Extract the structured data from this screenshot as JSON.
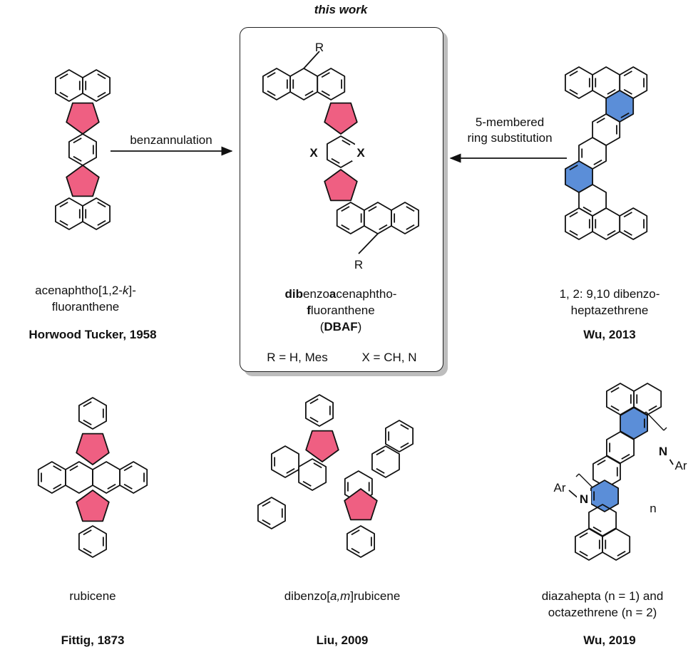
{
  "header": {
    "label": "this work"
  },
  "colors": {
    "pentagon_fill": "#ef5f82",
    "hexagon_fill": "#5b8ed8",
    "bond": "#111111"
  },
  "compounds": {
    "top_left": {
      "name_line1_pre": "acenaphtho[1,2-",
      "name_line1_italic": "k",
      "name_line1_post": "]-",
      "name_line2": "fluoranthene",
      "credit": "Horwood Tucker, 1958"
    },
    "center": {
      "substituent_top": "R",
      "substituent_bottom": "R",
      "heteroatom_left": "X",
      "heteroatom_right": "X",
      "name_parts": [
        {
          "t": "di",
          "bold": true
        },
        {
          "t": "b",
          "bold": false
        },
        {
          "t": "enzo",
          "bold": false
        },
        {
          "t": "a",
          "bold": true
        },
        {
          "t": "cenaphtho-",
          "bold": false
        }
      ],
      "name_line2_bold": "f",
      "name_line2_rest": "luoranthene",
      "abbrev_open": "(",
      "abbrev": "DBAF",
      "abbrev_close": ")",
      "conditions_r": "R = H, Mes",
      "conditions_x": "X = CH, N"
    },
    "top_right": {
      "name_line1": "1, 2: 9,10 dibenzo-",
      "name_line2": "heptazethrene",
      "credit": "Wu, 2013"
    },
    "bottom_left": {
      "name": "rubicene",
      "credit": "Fittig, 1873"
    },
    "bottom_center": {
      "name_pre": "dibenzo[",
      "name_italic": "a,m",
      "name_post": "]rubicene",
      "credit": "Liu, 2009"
    },
    "bottom_right": {
      "ar_top": "Ar",
      "n_top": "N",
      "ar_bottom": "Ar",
      "n_bottom": "N",
      "repeat": "n",
      "name_line1": "diazahepta (n = 1) and",
      "name_line2": "octazethrene (n = 2)",
      "credit": "Wu, 2019"
    }
  },
  "arrows": {
    "left": {
      "label": "benzannulation"
    },
    "right": {
      "label_line1": "5-membered",
      "label_line2": "ring substitution"
    }
  }
}
